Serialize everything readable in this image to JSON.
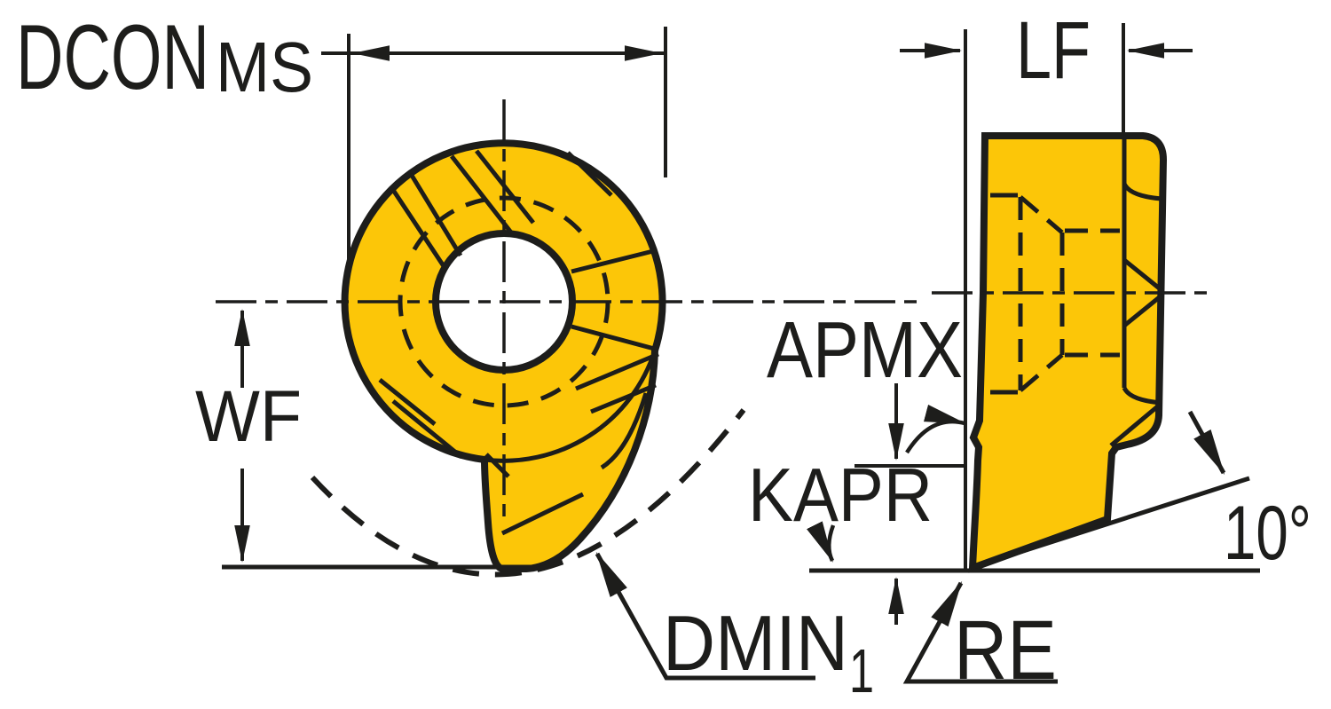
{
  "diagram": {
    "colors": {
      "insert_fill": "#FCC608",
      "outline": "#1D1D1B",
      "hole_fill": "#FFFFFF",
      "background": "#FFFFFF"
    },
    "labels": {
      "dcon": "DCON",
      "dcon_sub": "MS",
      "lf": "LF",
      "wf": "WF",
      "apmx": "APMX",
      "kapr": "KAPR",
      "dmin": "DMIN",
      "dmin_sub": "1",
      "re": "RE",
      "angle": "10°"
    }
  }
}
